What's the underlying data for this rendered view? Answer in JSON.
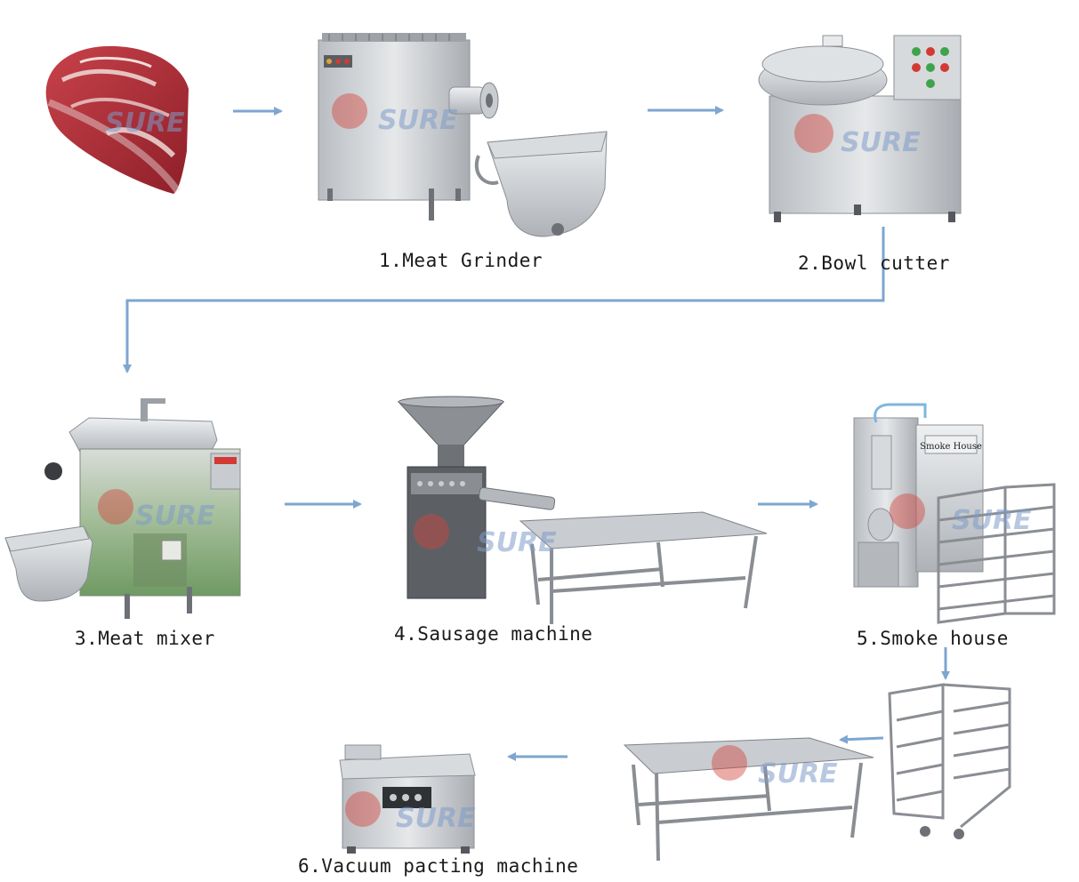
{
  "steps": [
    {
      "label": "1.Meat Grinder"
    },
    {
      "label": "2.Bowl cutter"
    },
    {
      "label": "3.Meat mixer"
    },
    {
      "label": "4.Sausage machine"
    },
    {
      "label": "5.Smoke house"
    },
    {
      "label": "6.Vacuum pacting machine"
    }
  ],
  "watermark": "SURE",
  "smokehouse_plate": "Smoke House",
  "colors": {
    "arrow": "#7ea6cf",
    "steel": "#c8cbcf",
    "steel_dark": "#8d9196",
    "mixer_green": "#8fae84",
    "meat_red": "#b8323a",
    "text": "#1a1a1a"
  }
}
